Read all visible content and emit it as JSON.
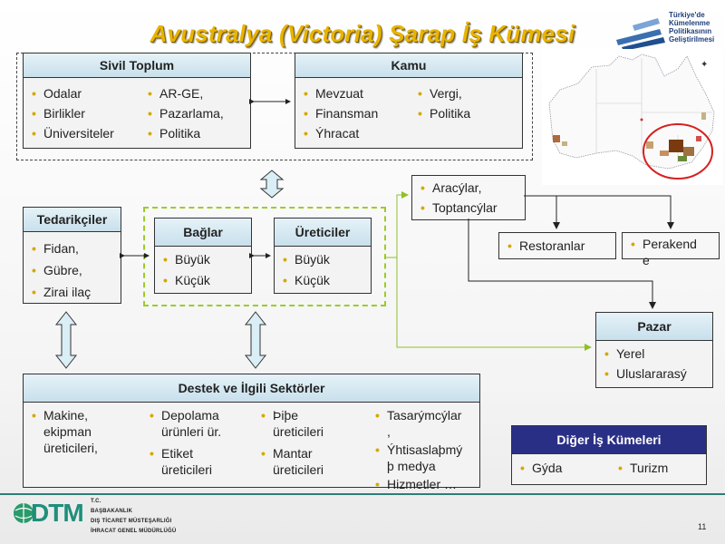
{
  "title": {
    "part1": "Avustralya (",
    "part2": "Victoria",
    "part3": ") Şarap İş Kümesi"
  },
  "logo_top": {
    "line1": "Türkiye'de",
    "line2": "Kümelenme",
    "line3": "Politikasının",
    "line4": "Geliştirilmesi"
  },
  "sivil_toplum": {
    "header": "Sivil Toplum",
    "col1": [
      "Odalar",
      "Birlikler",
      "Üniversiteler"
    ],
    "col2": [
      "AR-GE,",
      "Pazarlama,",
      "Politika"
    ]
  },
  "kamu": {
    "header": "Kamu",
    "col1": [
      "Mevzuat",
      "Finansman",
      "Ýhracat"
    ],
    "col2": [
      "Vergi,",
      "Politika"
    ]
  },
  "tedarikciler": {
    "header": "Tedarikçiler",
    "items": [
      "Fidan,",
      "Gübre,",
      "Zirai ilaç"
    ]
  },
  "baglar": {
    "header": "Bağlar",
    "items": [
      "Büyük",
      "Küçük"
    ]
  },
  "ureticiler": {
    "header": "Üreticiler",
    "items": [
      "Büyük",
      "Küçük"
    ]
  },
  "aracilar": {
    "items": [
      "Aracýlar,",
      "Toptancýlar"
    ]
  },
  "restoranlar": {
    "items": [
      "Restoranlar"
    ]
  },
  "perakende": {
    "line1": "Perakend",
    "line2": "e"
  },
  "pazar": {
    "header": "Pazar",
    "items": [
      "Yerel",
      "Uluslararasý"
    ]
  },
  "destek": {
    "header": "Destek ve İlgili Sektörler",
    "c1": {
      "l1": "Makine,",
      "l2": "ekipman",
      "l3": "üreticileri,"
    },
    "c2a": {
      "l1": "Depolama",
      "l2": "ürünleri ür."
    },
    "c2b": {
      "l1": "Etiket",
      "l2": "üreticileri"
    },
    "c3a": {
      "l1": "Þiþe",
      "l2": "üreticileri"
    },
    "c3b": {
      "l1": "Mantar",
      "l2": "üreticileri"
    },
    "c4a": {
      "l1": "Tasarýmcýlar",
      "l2": ","
    },
    "c4b": {
      "l1": "Ýhtisaslaþmý",
      "l2": "þ medya"
    },
    "c4c": {
      "l1": "Hizmetler …"
    }
  },
  "diger": {
    "header": "Diğer İş Kümeleri",
    "items": [
      "Gýda",
      "Turizm"
    ]
  },
  "footer": {
    "logo": "DTM",
    "l1": "T.C.",
    "l2": "BAŞBAKANLIK",
    "l3": "DIŞ TİCARET MÜSTEŞARLIĞI",
    "l4": "İHRACAT GENEL MÜDÜRLÜĞÜ",
    "page": "11"
  },
  "colors": {
    "title": "#e8b400",
    "header_fill": "#c8e0ec",
    "dark_header": "#2a2f86",
    "bullet": "#d4a800",
    "green": "#9ccc2a",
    "circle": "#d62020"
  }
}
